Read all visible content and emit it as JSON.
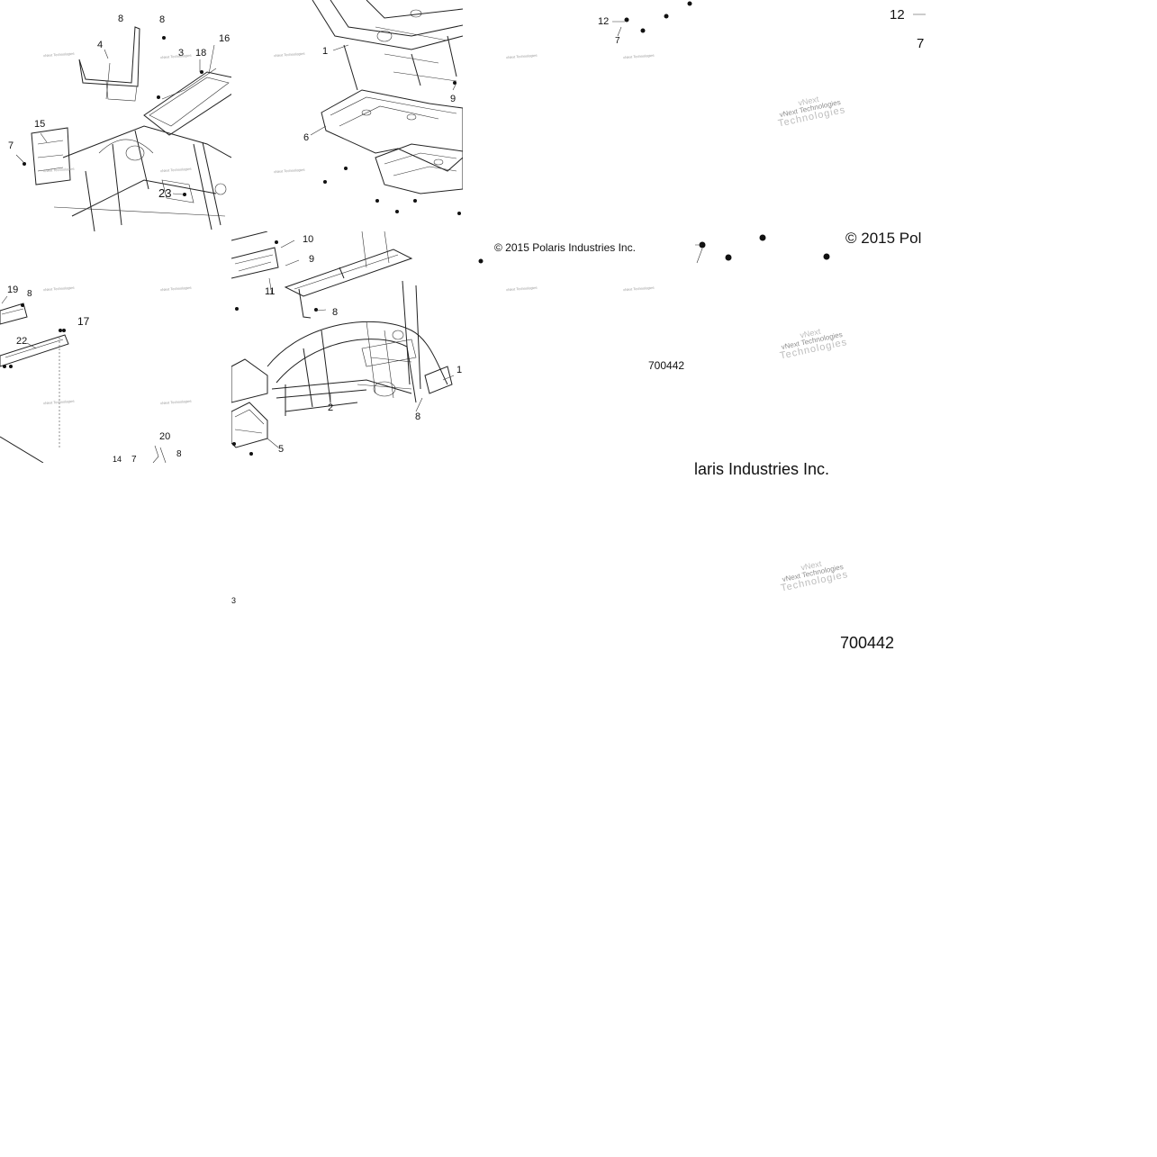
{
  "tiles": {
    "a": {
      "labels": [
        "8",
        "8",
        "4",
        "3",
        "18",
        "16",
        "15",
        "7",
        "23"
      ],
      "watermarks": [
        "vNext Technologies",
        "vNext Technologies",
        "vNext Technologies",
        "vNext Technologies"
      ]
    },
    "b": {
      "labels": [
        "1",
        "9",
        "6"
      ],
      "watermarks": [
        "vNext Technologies",
        "vNext Technologies"
      ]
    },
    "c": {
      "labels": [
        "19",
        "8",
        "17",
        "22",
        "20",
        "14",
        "7",
        "8"
      ],
      "watermarks": [
        "vNext Technologies",
        "vNext Technologies",
        "vNext Technologies",
        "vNext Technologies"
      ]
    },
    "d": {
      "labels": [
        "10",
        "9",
        "11",
        "8",
        "2",
        "5",
        "8",
        "1"
      ],
      "watermarks": []
    }
  },
  "right": {
    "labels": [
      "12",
      "7"
    ],
    "copyright_small": "© 2015 Polaris Industries Inc.",
    "part_small": "700442",
    "watermarks_small": [
      "vNext Technologies",
      "vNext Technologies",
      "vNext Technologies",
      "vNext Technologies"
    ]
  },
  "far_right": {
    "labels": [
      "12",
      "7"
    ],
    "copyright_cropped": "© 2015 Pol",
    "big_watermarks": [
      {
        "l1": "vNext",
        "l2": "vNext Technologies",
        "l3": "Technologies"
      },
      {
        "l1": "vNext",
        "l2": "vNext Technologies",
        "l3": "Technologies"
      },
      {
        "l1": "vNext",
        "l2": "vNext Technologies",
        "l3": "Technologies"
      }
    ]
  },
  "bottom": {
    "copyright_cropped": "laris Industries Inc.",
    "part_big": "700442",
    "tiny_label": "3"
  }
}
